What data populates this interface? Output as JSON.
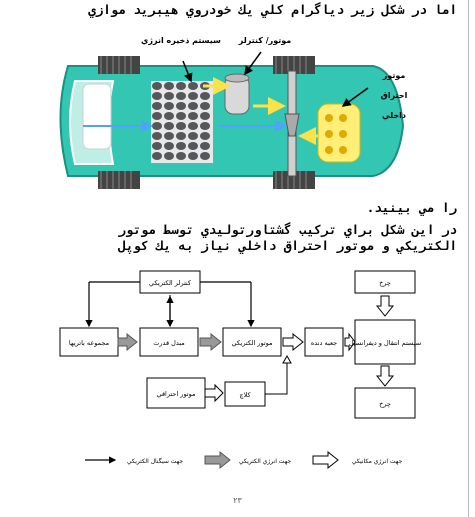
{
  "text": {
    "line1": "اما در شكل زير دياگرام كلي يك خودروي هيبريد موازي",
    "line2": "را مي بينيد.",
    "line3": "در اين شكل براي تركيب گشتاورتوليدي توسط موتور",
    "line4": "الكتريكي و موتور احتراق داخلي نياز به يك كوپل"
  },
  "car_figure": {
    "storage_label": "سيستم ذخيره انرژي",
    "motor_label": "موتور/ كنترلر",
    "engine_label_1": "موتور",
    "engine_label_2": "احتراق",
    "engine_label_3": "داخلي"
  },
  "diagram": {
    "electric_controller": "كنترلر الكتريكي",
    "wheel_top": "چرخ",
    "battery_pack": "مجموعه باتريها",
    "power_converter": "مبدل قدرت",
    "electric_motor": "موتور الكتريكي",
    "gearbox": "جعبه دنده",
    "transmission": "سيستم انتقال و ديفرانسيل",
    "engine": "موتور احتراقي",
    "clutch": "كلاچ",
    "wheel_bottom": "چرخ",
    "legend_signal": "جهت سيگنال الكتريكي",
    "legend_electric": "جهت انرژي الكتريكي",
    "legend_mechanical": "جهت انرژي مكانيكي"
  },
  "page_number": "٢٣",
  "colors": {
    "car_body": "#33c6b3",
    "battery_cell": "#55575a",
    "energy_arrow": "#ffe14a",
    "flow_arrow": "#4fa3ff",
    "engine_block": "#ffee77"
  }
}
